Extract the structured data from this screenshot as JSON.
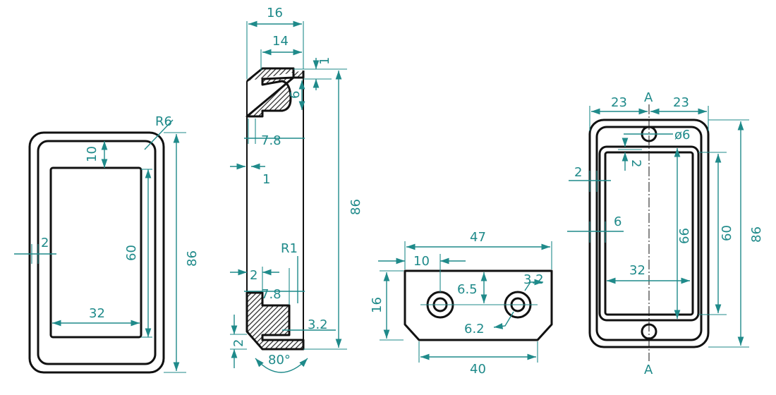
{
  "colors": {
    "part": "#111111",
    "dimension": "#1f8a8a",
    "background": "#ffffff"
  },
  "front_view": {
    "radius": "R6",
    "border_top": "10",
    "wall": "2",
    "window_height": "60",
    "window_width": "32",
    "overall_height": "86"
  },
  "section_view": {
    "overall_width": "16",
    "inner_width": "14",
    "lip_top": "1",
    "groove_depth": "6",
    "step_top": "7.8",
    "step_left": "1",
    "height": "86",
    "fillet": "R1",
    "lower_wall": "2",
    "step_bottom": "7.8",
    "bottom_thickness": "2",
    "chamfer": "3.2",
    "angle": "80°"
  },
  "bottom_view": {
    "overall_width": "47",
    "hole_offset": "10",
    "height": "16",
    "hole_depth": "6.5",
    "counterbore": "3.2",
    "hole_dia": "6.2",
    "base_width": "40"
  },
  "rear_view": {
    "section_label_top": "A",
    "section_label_bottom": "A",
    "half_left": "23",
    "half_right": "23",
    "hole_dia": "ø6",
    "wall": "2",
    "inner_gap": "2",
    "frame": "6",
    "pocket_width": "32",
    "pocket_height": "66",
    "window_height": "60",
    "overall_height": "86"
  }
}
